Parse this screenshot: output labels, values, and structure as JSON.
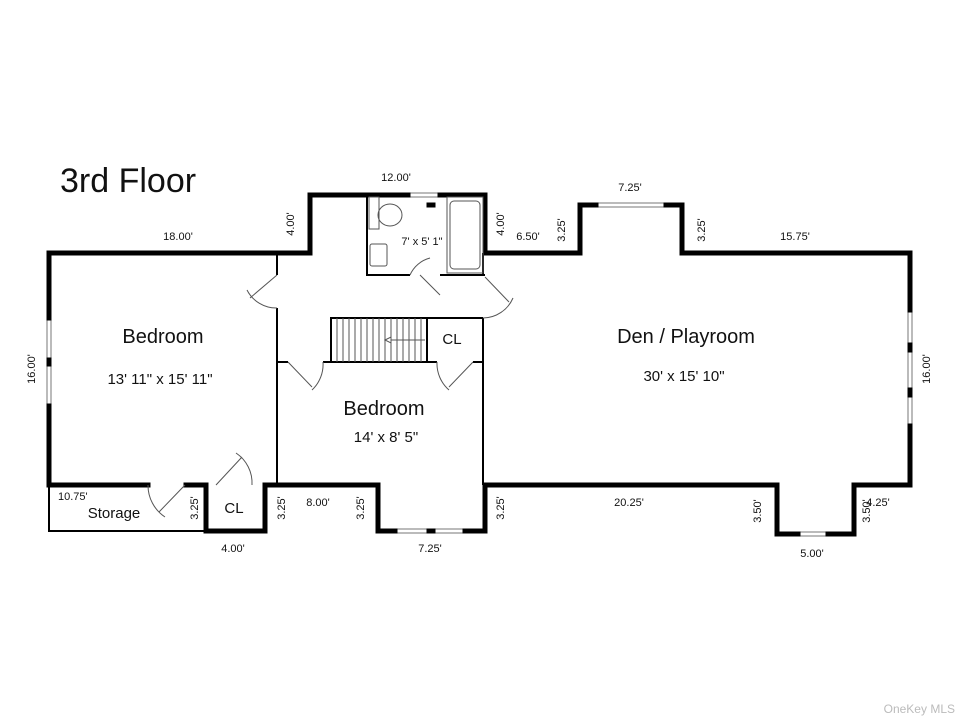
{
  "title": "3rd Floor",
  "rooms": {
    "bedroom1": {
      "name": "Bedroom",
      "size": "13' 11\" x 15' 11\""
    },
    "bedroom2": {
      "name": "Bedroom",
      "size": "14' x 8' 5\""
    },
    "den": {
      "name": "Den / Playroom",
      "size": "30' x 15' 10\""
    },
    "bath": {
      "size": "7' x 5' 1\""
    },
    "closet1": {
      "name": "CL"
    },
    "closet2": {
      "name": "CL"
    },
    "storage": {
      "name": "Storage"
    }
  },
  "dimensions": {
    "top_left": "18.00'",
    "bath_top": "12.00'",
    "left_jog": "4.00'",
    "right_jog": "4.00'",
    "den_top_left": "6.50'",
    "den_bay_left": "3.25'",
    "den_bay_top": "7.25'",
    "den_bay_right": "3.25'",
    "den_top_right": "15.75'",
    "left_side": "16.00'",
    "right_side": "16.00'",
    "storage_width": "10.75'",
    "storage_depth": "3.25'",
    "closet_depth": "3.25'",
    "closet_width": "4.00'",
    "bed2_bottom": "8.00'",
    "bed2_bay_left": "3.25'",
    "bed2_bay": "7.25'",
    "den_bottom_left": "3.25'",
    "den_bottom": "20.25'",
    "den_bay2_left": "3.50'",
    "den_bay2": "5.00'",
    "den_bay2_right": "3.50'",
    "den_bottom_right": "4.25'"
  },
  "watermark": "OneKey MLS"
}
